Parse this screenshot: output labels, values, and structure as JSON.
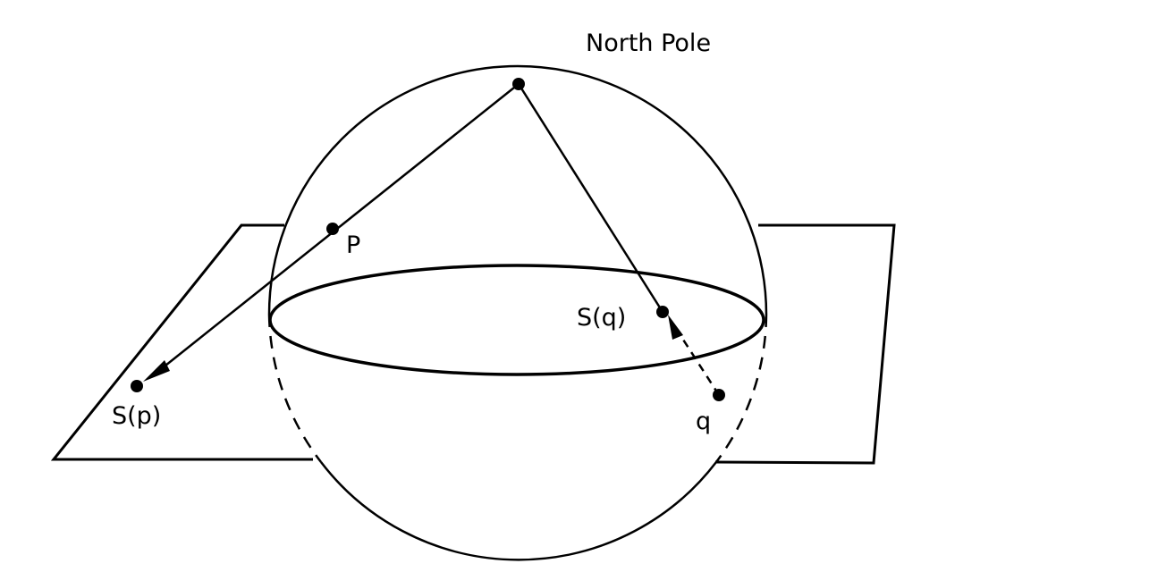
{
  "labels": {
    "north_pole": "North Pole",
    "p": "P",
    "s_p": "S(p)",
    "s_q": "S(q)",
    "q": "q"
  },
  "colors": {
    "ink": "#000000",
    "background": "#ffffff"
  }
}
